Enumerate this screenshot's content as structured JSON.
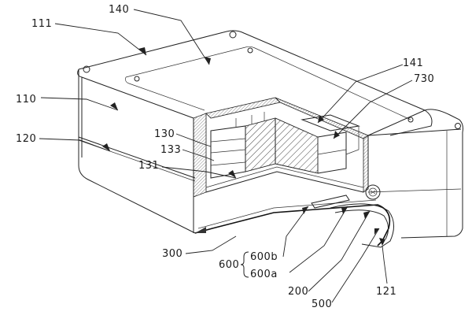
{
  "figure": {
    "labels": {
      "l140": "140",
      "l111": "111",
      "l141": "141",
      "l730": "730",
      "l110": "110",
      "l130": "130",
      "l133": "133",
      "l120": "120",
      "l131": "131",
      "l300": "300",
      "l600": "600",
      "l600b": "600b",
      "l600a": "600a",
      "l200": "200",
      "l500": "500",
      "l121": "121"
    }
  }
}
